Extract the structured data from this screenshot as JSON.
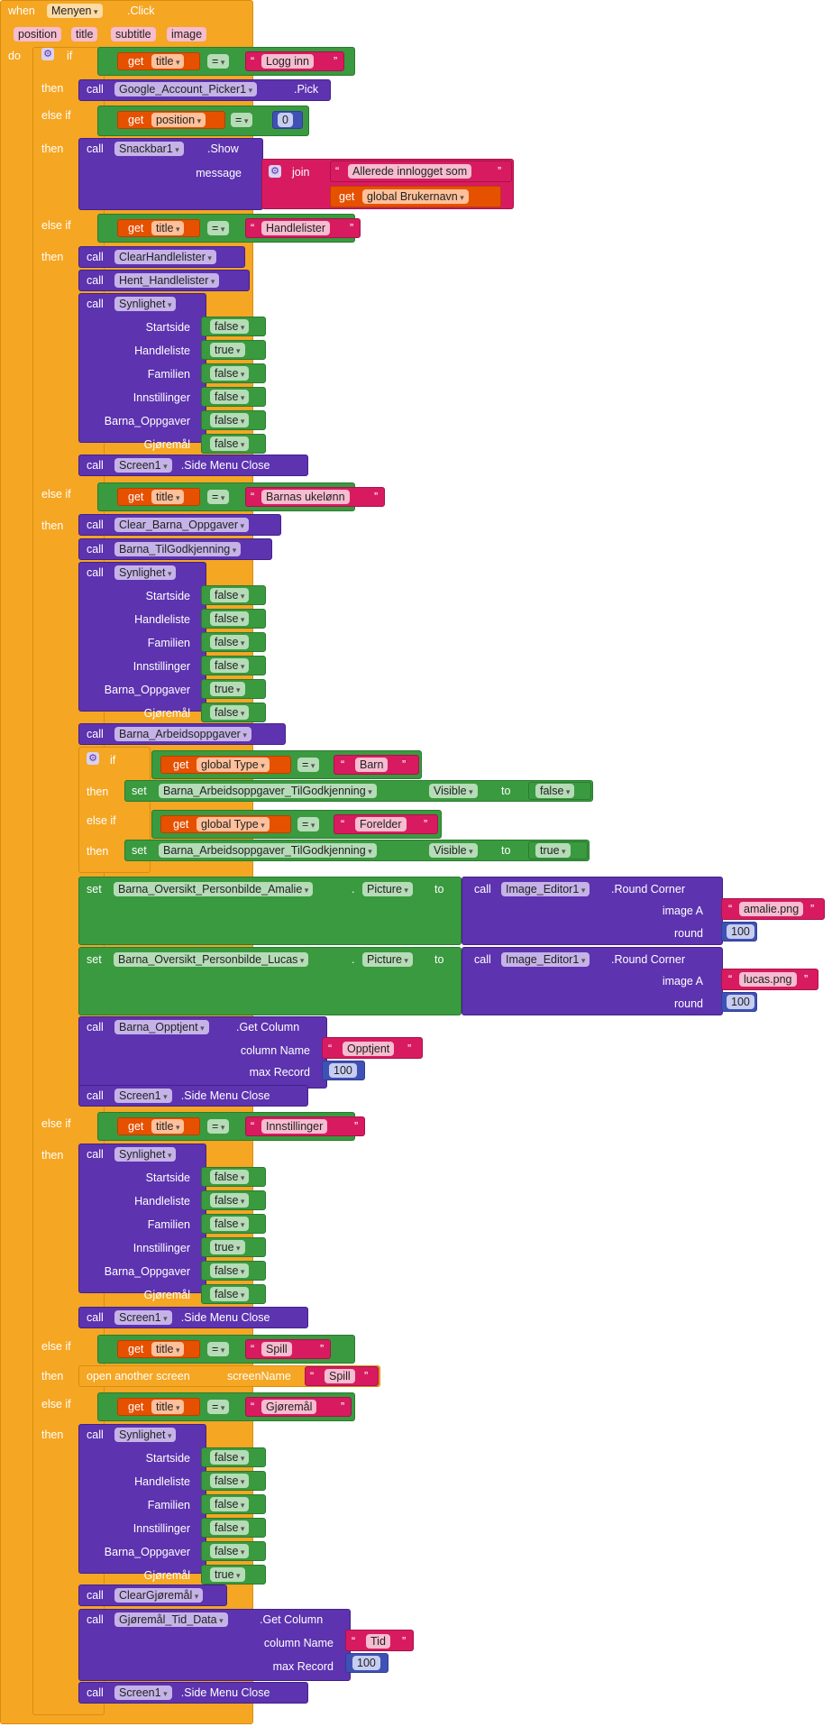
{
  "event": {
    "when": "when",
    "component": "Menyen",
    "event": ".Click",
    "params": [
      "position",
      "title",
      "subtitle",
      "image"
    ],
    "do": "do"
  },
  "kw": {
    "if": "if",
    "then": "then",
    "elseif": "else if",
    "call": "call",
    "get": "get",
    "set": "set",
    "to": "to",
    "eq": "=",
    "join": "join",
    "open": "open another screen",
    "screenName": "screenName",
    "q": "“",
    "q2": "”"
  },
  "vars": {
    "title": "title",
    "position": "position",
    "brukernavn": "global Brukernavn",
    "type": "global Type"
  },
  "strings": {
    "logg": "Logg inn",
    "allerede": "Allerede innlogget som",
    "handlelister": "Handlelister",
    "ukelonn": "Barnas ukelønn",
    "barn": "Barn",
    "forelder": "Forelder",
    "amalie": "amalie.png",
    "lucas": "lucas.png",
    "opptjent": "Opptjent",
    "innstillinger": "Innstillinger",
    "spill": "Spill",
    "gjoremal": "Gjøremål",
    "tid": "Tid"
  },
  "nums": {
    "zero": "0",
    "hundred": "100"
  },
  "bools": {
    "t": "true",
    "f": "false"
  },
  "comps": {
    "picker": "Google_Account_Picker1",
    "snack": "Snackbar1",
    "clearHl": "ClearHandlelister",
    "hentHl": "Hent_Handlelister",
    "syn": "Synlighet",
    "screen": "Screen1",
    "clearBo": "Clear_Barna_Oppgaver",
    "barnaTil": "Barna_TilGodkjenning",
    "barnaArb": "Barna_Arbeidsoppgaver",
    "barnaArbTil": "Barna_Arbeidsoppgaver_TilGodkjenning",
    "amalie": "Barna_Oversikt_Personbilde_Amalie",
    "lucas": "Barna_Oversikt_Personbilde_Lucas",
    "imgEd": "Image_Editor1",
    "opptjent": "Barna_Opptjent",
    "clearGj": "ClearGjøremål",
    "gjTid": "Gjøremål_Tid_Data"
  },
  "methods": {
    "pick": ".Pick",
    "show": ".Show",
    "close": ".Side Menu Close",
    "round": ".Round Corner",
    "getcol": ".Get Column"
  },
  "props": {
    "visible": "Visible",
    "picture": "Picture"
  },
  "args": {
    "message": "message",
    "startside": "Startside",
    "handleliste": "Handleliste",
    "familien": "Familien",
    "innstillinger": "Innstillinger",
    "barnaOpp": "Barna_Oppgaver",
    "gjoremal": "Gjøremål",
    "imageA": "image A",
    "round": "round",
    "colName": "column Name",
    "maxRec": "max Record"
  },
  "colors": {
    "control": "#f5a623",
    "procedure": "#5d33b0",
    "logic": "#3a9a3f",
    "text": "#d81b60",
    "variable": "#e65100",
    "math": "#3f51b5"
  }
}
